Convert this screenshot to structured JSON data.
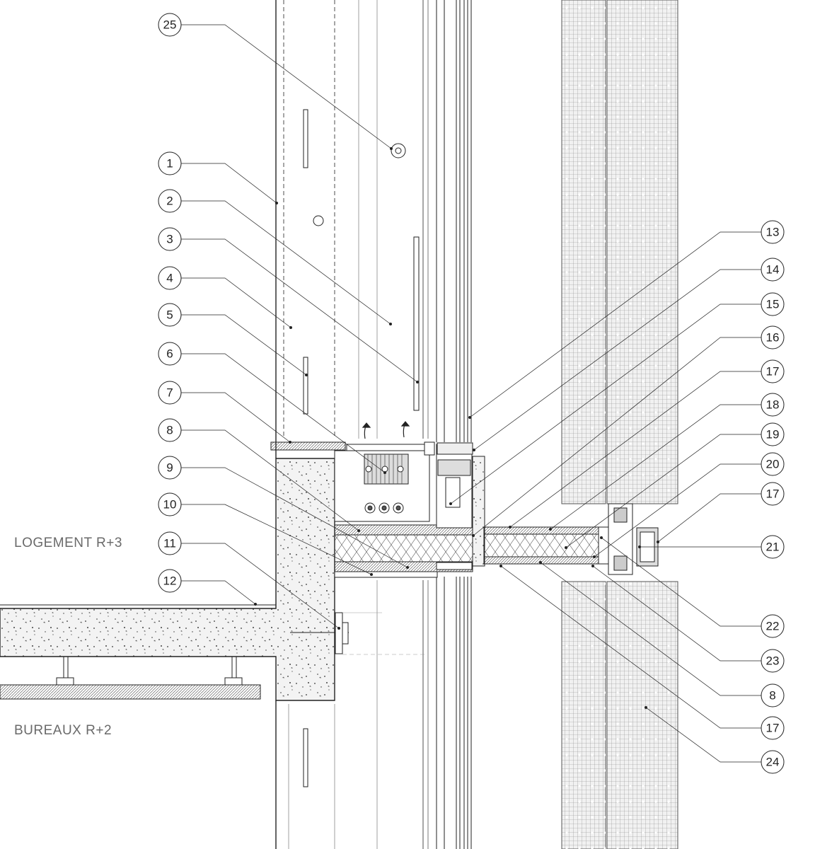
{
  "rooms": {
    "upper": "LOGEMENT R+3",
    "lower": "BUREAUX R+2"
  },
  "callouts_left": [
    "25",
    "1",
    "2",
    "3",
    "4",
    "5",
    "6",
    "7",
    "8",
    "9",
    "10",
    "11",
    "12"
  ],
  "callouts_right": [
    "13",
    "14",
    "15",
    "16",
    "17",
    "18",
    "19",
    "20",
    "17",
    "21",
    "22",
    "23",
    "8",
    "17",
    "24"
  ],
  "colors": {
    "line": "#222222",
    "concrete": "#eeeeee",
    "grid_panel": "#d4d4d4"
  }
}
